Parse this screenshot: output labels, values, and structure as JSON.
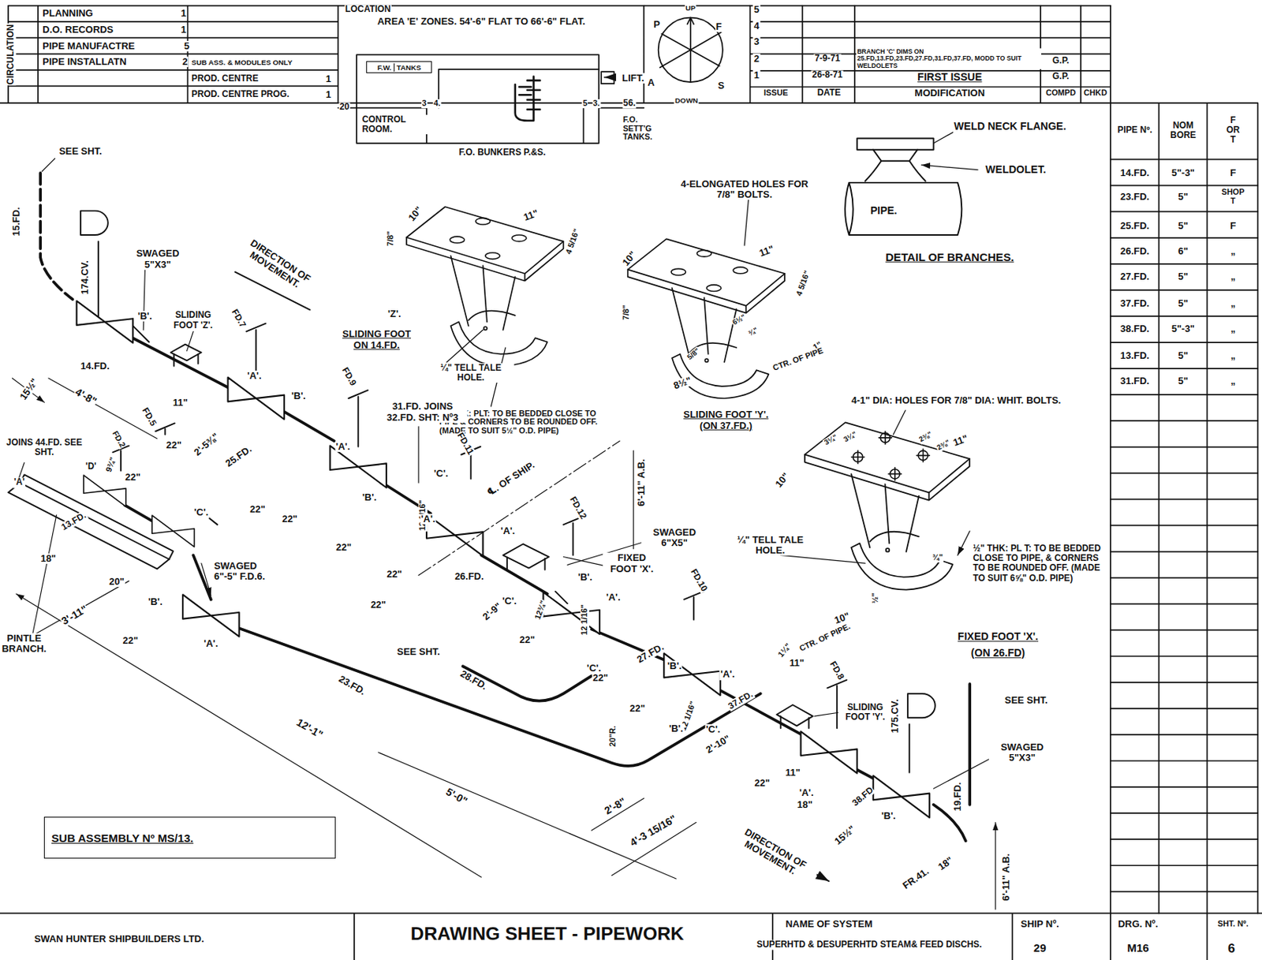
{
  "diagram": {
    "title": "DRAWING SHEET - PIPEWORK",
    "nodes": [
      {
        "text": [
          "SUB ASSEMBLY Nº MS/13."
        ]
      },
      {
        "text": [
          "F.W.",
          "TANKS"
        ]
      }
    ],
    "labels": [
      "CIRCULATION",
      "PLANNING",
      "1",
      "D.O. RECORDS",
      "1",
      "PIPE MANUFACTRE",
      "5",
      "PIPE INSTALLATN",
      "2",
      "SUB ASS. & MODULES ONLY",
      "PROD. CENTRE",
      "1",
      "PROD. CENTRE PROG.",
      "1",
      "LOCATION",
      "AREA 'E' ZONES. 54'-6\" FLAT TO 66'-6\" FLAT.",
      "20",
      "CONTROL ROOM.",
      "3",
      "4.",
      "5",
      "3.",
      "56.",
      "F.O. SETT'G TANKS.",
      "LIFT.",
      "F.O. BUNKERS P.&S.",
      "UP",
      "DOWN",
      "P",
      "F",
      "A",
      "S",
      "5",
      "4",
      "3",
      "2",
      "7-9-71",
      "BRANCH 'C' DIMS ON 25.FD,13.FD,23.FD,27.FD,31.FD,37.FD, MODD TO SUIT WELDOLETS",
      "G.P.",
      "1",
      "26-8-71",
      "FIRST ISSUE",
      "G.P.",
      "ISSUE",
      "DATE",
      "MODIFICATION",
      "COMPD",
      "CHKD",
      "PIPE Nº.",
      "NOM BORE",
      "F OR T",
      "14.FD.",
      "5\"-3\"",
      "F",
      "23.FD.",
      "5\"",
      "SHOP T",
      "25.FD.",
      "5\"",
      "F",
      "26.FD.",
      "6\"",
      "„",
      "27.FD.",
      "5\"",
      "„",
      "37.FD.",
      "5\"",
      "„",
      "38.FD.",
      "5\"-3\"",
      "„",
      "13.FD.",
      "5\"",
      "„",
      "31.FD.",
      "5\"",
      "„",
      "SWAN HUNTER SHIPBUILDERS LTD.",
      "NAME OF SYSTEM",
      "SUPERHTD & DESUPERHTD STEAM& FEED DISCHS.",
      "SHIP Nº.",
      "29",
      "DRG. Nº.",
      "M16",
      "SHT. Nº.",
      "6",
      "WELD NECK FLANGE.",
      "WELDOLET.",
      "PIPE.",
      "DETAIL OF BRANCHES.",
      "7/8\"",
      "10\"",
      "11\"",
      "4 5/16\"",
      "'Z'.",
      "SLIDING FOOT ON 14.FD.",
      "¼\" TELL TALE HOLE.",
      "½\" THK: PLT: TO BE BEDDED CLOSE TO PIPE & CORNERS TO BE ROUNDED OFF. (MADE TO SUIT 5½\" O.D. PIPE)",
      "4-ELONGATED HOLES FOR 7/8\" BOLTS.",
      "10\"",
      "11\"",
      "7/8\"",
      "8½\"",
      "5/8\"",
      "1\"",
      "CTR. OF PIPE",
      "SLIDING FOOT 'Y'. (ON 37.FD.)",
      "4 5/16\"",
      "6½\"",
      "¾\"",
      "4-1\" DIA: HOLES FOR 7/8\" DIA: WHIT. BOLTS.",
      "10\"",
      "11\"",
      "3¼\"",
      "3¼\"",
      "2⅜\"",
      "2⅜\"",
      "¼\" TELL TALE HOLE.",
      "½\"",
      "10\"",
      "1¼\"",
      "CTR. OF PIPE.",
      "¾\"",
      "½\" THK: PL T: TO BE BEDDED CLOSE TO PIPE, & CORNERS TO BE ROUNDED OFF. (MADE TO SUIT 6⅝\" O.D. PIPE)",
      "FIXED FOOT 'X'.",
      "(ON 26.FD)",
      "SEE SHT.",
      "15.FD.",
      "174.CV.",
      "SWAGED 5\"X3\"",
      "'B'.",
      "SLIDING FOOT 'Z'.",
      "FD.7",
      "DIRECTION OF MOVEMENT.",
      "'A'.",
      "14.FD.",
      "15½\"",
      "4'-8\"",
      "11\"",
      "'B'.",
      "FD.9",
      "FD.5",
      "FD.2",
      "22\"",
      "2'-5⅜\"",
      "25.FD.",
      "JOINS 44.FD. SEE SHT.",
      "9¾\"",
      "'D'",
      "'A'",
      "22\"",
      "'C'.",
      "13.FD.",
      "22\"",
      "'A'.",
      "31.FD. JOINS 32.FD. SHT: Nº3",
      "FD.11",
      "'C'.",
      "'B'.",
      "12 1/16\"",
      "22\"",
      "22\"",
      "'A'.",
      "℄. OF SHIP.",
      "6'-11\" A.B.",
      "FD.12",
      "SWAGED 6\"X5\"",
      "'A'.",
      "FIXED FOOT 'X'.",
      "'B'.",
      "FD.10",
      "'A'.",
      "26.FD.",
      "'C'.",
      "2'-9\"",
      "SWAGED 6\"-5\" F.D.6.",
      "18\"",
      "20\"",
      "'B'.",
      "PINTLE BRANCH.",
      "3'-11\"",
      "22\"",
      "'A'.",
      "22\"",
      "22\"",
      "12¾\"",
      "12 1/16\"",
      "22\"",
      "'C'.",
      "27.FD.",
      "'B'.",
      "11\"",
      "FD.8",
      "'A'.",
      "37.FD.",
      "SLIDING FOOT 'Y'.",
      "SEE SHT.",
      "28.FD.",
      "23.FD.",
      "22\"",
      "22\"",
      "12 1/16\"",
      "'B'.",
      "'C'.",
      "2'-10\"",
      "20\"R.",
      "11\"",
      "175.CV.",
      "SEE SHT.",
      "SWAGED 5\"X3\"",
      "22\"",
      "'A'.",
      "38.FD",
      "18\"",
      "19.FD.",
      "'B'.",
      "15½\"",
      "18\"",
      "FR.41.",
      "6'-11\" A.B.",
      "12'-1\"",
      "5'-0\"",
      "2'-8\"",
      "4'-3 15/16\"",
      "DIRECTION OF MOVEMENT."
    ]
  }
}
